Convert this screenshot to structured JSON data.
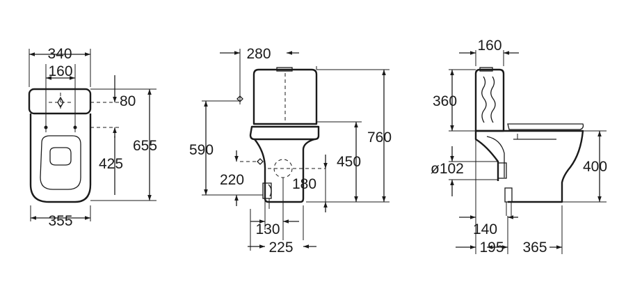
{
  "views": {
    "top": {
      "overall_width": "340",
      "fixing_distance": "160",
      "fixing_offset": "80",
      "fixing_to_outlet": "425",
      "overall_depth": "655",
      "bowl_width": "355"
    },
    "front": {
      "tank_width": "280",
      "inlet_height": "590",
      "bowl_height": "450",
      "total_height": "760",
      "outlet_offset": "180",
      "supply_height": "220",
      "inlet_offset": "130",
      "base_width": "225"
    },
    "side": {
      "tank_depth": "160",
      "tank_height": "360",
      "seat_height": "400",
      "outlet_diameter": "ø102",
      "outlet_to_wall": "140",
      "wall_to_fixing": "195",
      "fixing_to_front": "365"
    }
  }
}
